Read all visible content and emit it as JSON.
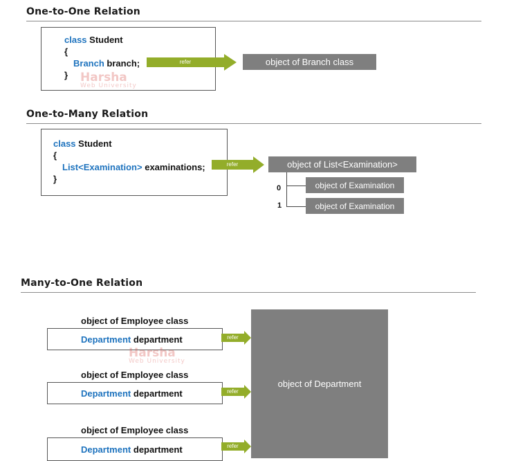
{
  "sections": {
    "one_to_one": {
      "title": "One-to-One Relation",
      "code": {
        "kw_class": "class",
        "class_name": "Student",
        "open": "{",
        "type": "Branch",
        "field": "branch;",
        "close": "}"
      },
      "arrow_label": "refer",
      "target": "object of Branch class"
    },
    "one_to_many": {
      "title": "One-to-Many Relation",
      "code": {
        "kw_class": "class",
        "class_name": "Student",
        "open": "{",
        "type": "List<Examination>",
        "field": "examinations;",
        "close": "}"
      },
      "arrow_label": "refer",
      "target": "object of List<Examination>",
      "items": [
        {
          "index": "0",
          "label": "object of Examination"
        },
        {
          "index": "1",
          "label": "object of Examination"
        }
      ]
    },
    "many_to_one": {
      "title": "Many-to-One Relation",
      "employees": [
        {
          "title": "object of Employee class",
          "type": "Department",
          "field": "department",
          "arrow_label": "refer"
        },
        {
          "title": "object of Employee class",
          "type": "Department",
          "field": "department",
          "arrow_label": "refer"
        },
        {
          "title": "object of Employee class",
          "type": "Department",
          "field": "department",
          "arrow_label": "refer"
        }
      ],
      "target": "object of Department"
    }
  },
  "watermark": {
    "name": "Harsha",
    "sub": "Web University"
  },
  "colors": {
    "keyword": "#1e73be",
    "arrow": "#93ad2a",
    "object_box": "#7f7f7f",
    "watermark": "#d9534f"
  }
}
